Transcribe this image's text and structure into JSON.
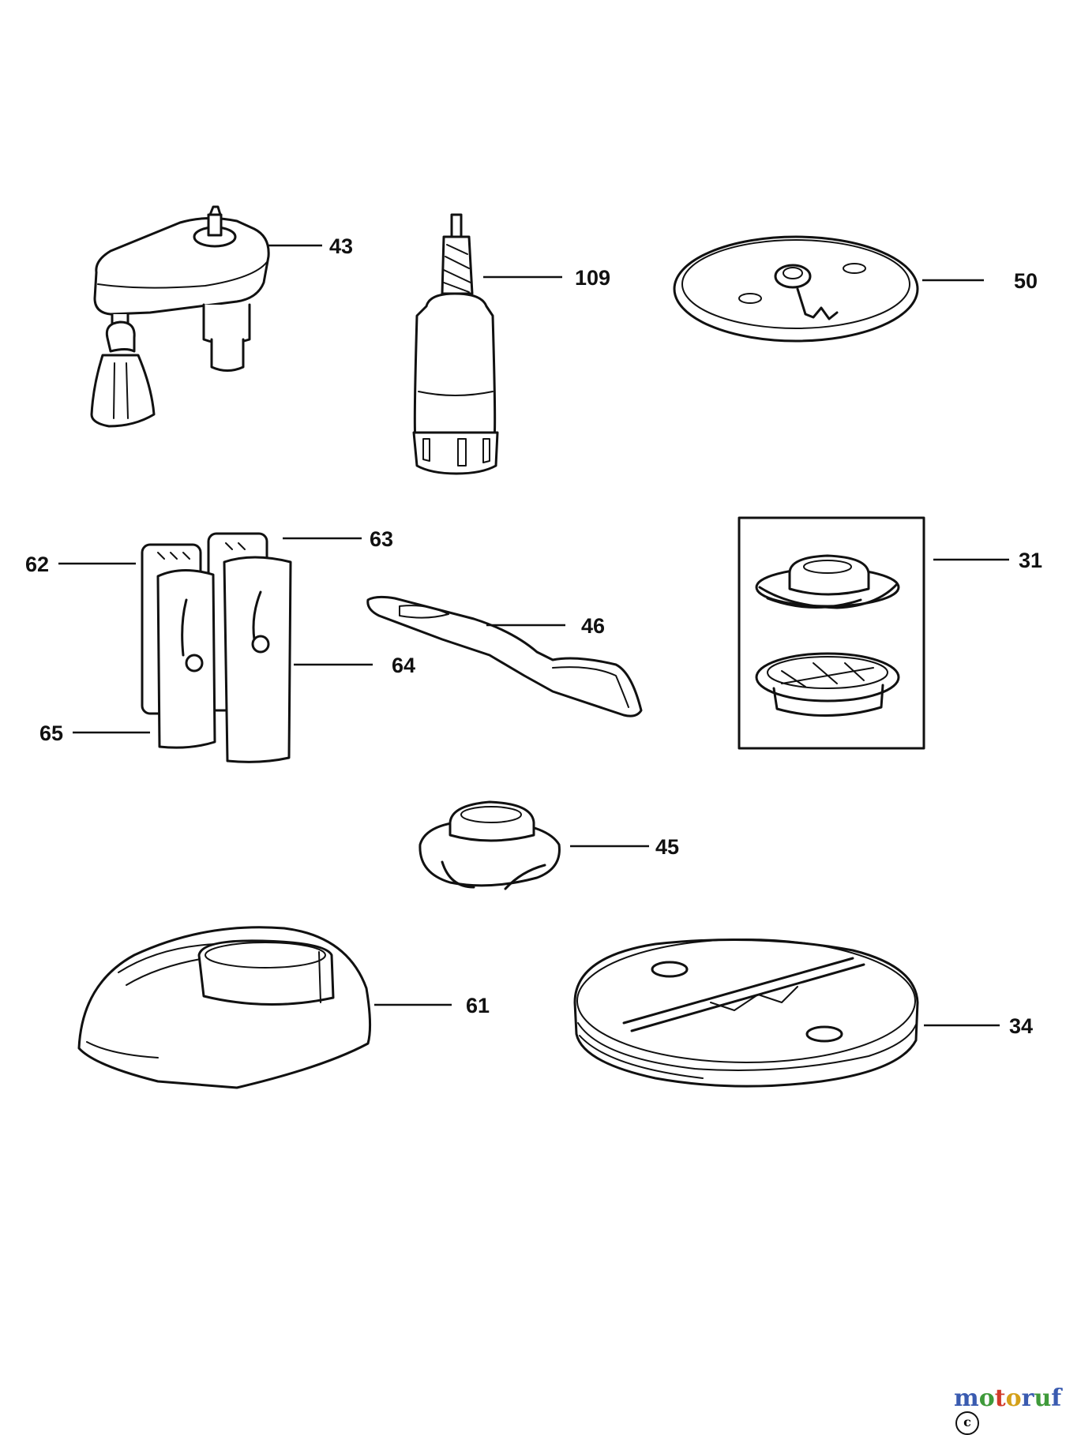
{
  "parts": [
    {
      "id": "part-43",
      "label": "43"
    },
    {
      "id": "part-109",
      "label": "109"
    },
    {
      "id": "part-50",
      "label": "50"
    },
    {
      "id": "part-63",
      "label": "63"
    },
    {
      "id": "part-62",
      "label": "62"
    },
    {
      "id": "part-31",
      "label": "31"
    },
    {
      "id": "part-46",
      "label": "46"
    },
    {
      "id": "part-64",
      "label": "64"
    },
    {
      "id": "part-65",
      "label": "65"
    },
    {
      "id": "part-45",
      "label": "45"
    },
    {
      "id": "part-61",
      "label": "61"
    },
    {
      "id": "part-34",
      "label": "34"
    }
  ],
  "watermark": {
    "text": "motoruf",
    "mark": "c",
    "letter_colors": [
      "#3a5bb0",
      "#3f9a3a",
      "#d23a2a",
      "#d4a019",
      "#3a5bb0",
      "#3f9a3a",
      "#3a5bb0"
    ]
  },
  "colors": {
    "line": "#111111",
    "background": "#ffffff"
  }
}
